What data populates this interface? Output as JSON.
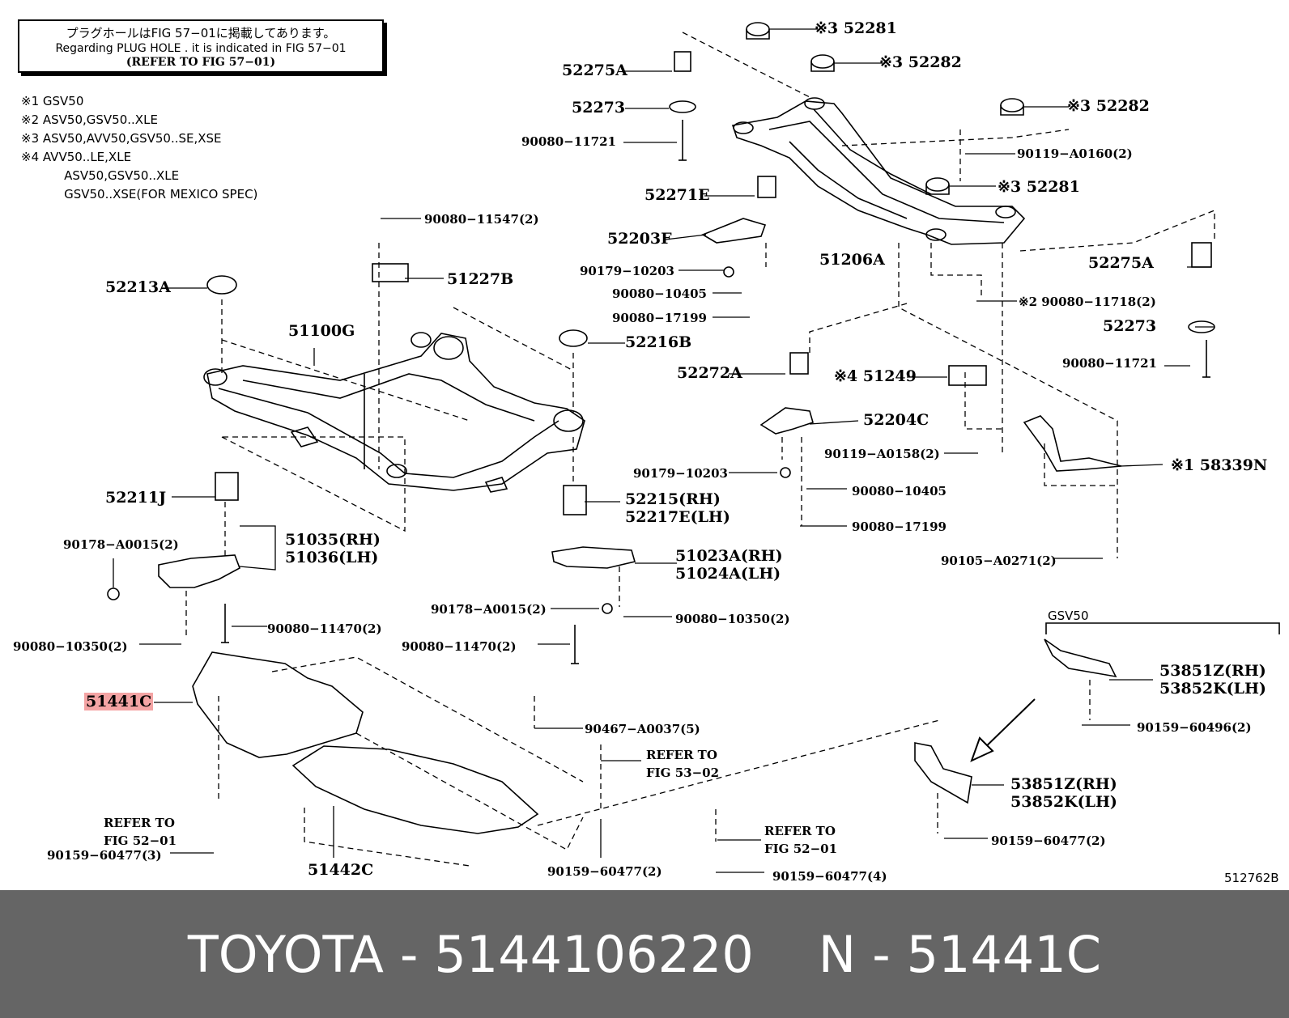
{
  "note": {
    "line1": "プラグホールはFIG 57−01に掲載してあります。",
    "line2": "Regarding PLUG HOLE . it is indicated in FIG 57−01",
    "line3": "(REFER TO FIG 57−01)"
  },
  "legend": [
    "※1 GSV50",
    "※2 ASV50,GSV50..XLE",
    "※3 ASV50,AVV50,GSV50..SE,XSE",
    "※4 AVV50..LE,XLE",
    "    ASV50,GSV50..XLE",
    "    GSV50..XSE(FOR MEXICO SPEC)"
  ],
  "labels": {
    "p52281_top": "※3 52281",
    "p52282_top": "※3 52282",
    "p52275A_l": "52275A",
    "p52273_l": "52273",
    "p90080_11721_l": "90080−11721",
    "p52282_r": "※3 52282",
    "p90119_A0160": "90119−A0160(2)",
    "p52281_r": "※3 52281",
    "p52271E": "52271E",
    "p90080_11547": "90080−11547(2)",
    "p52203F": "52203F",
    "p51227B": "51227B",
    "p51206A": "51206A",
    "p52275A_r": "52275A",
    "p90179_10203_a": "90179−10203",
    "p52213A": "52213A",
    "p90080_10405_a": "90080−10405",
    "p90080_11718": "※2 90080−11718(2)",
    "p90080_17199_a": "90080−17199",
    "p51100G": "51100G",
    "p52273_r": "52273",
    "p52216B": "52216B",
    "p90080_11721_r": "90080−11721",
    "p52272A": "52272A",
    "p51249": "※4 51249",
    "p52204C": "52204C",
    "p90119_A0158": "90119−A0158(2)",
    "p90179_10203_b": "90179−10203",
    "p58339N": "※1 58339N",
    "p52211J": "52211J",
    "p90080_10405_b": "90080−10405",
    "p52215": "52215(RH)",
    "p52217E": "52217E(LH)",
    "p90080_17199_b": "90080−17199",
    "p90178_A0015_a": "90178−A0015(2)",
    "p51035": "51035(RH)",
    "p51036": "51036(LH)",
    "p51023A": "51023A(RH)",
    "p51024A": "51024A(LH)",
    "p90105_A0271": "90105−A0271(2)",
    "p90178_A0015_b": "90178−A0015(2)",
    "p90080_10350_b": "90080−10350(2)",
    "p90080_11470_a": "90080−11470(2)",
    "p90080_10350_a": "90080−10350(2)",
    "p90080_11470_b": "90080−11470(2)",
    "gsv50": "GSV50",
    "p53851Z_a": "53851Z(RH)",
    "p53852K_a": "53852K(LH)",
    "p51441C": "51441C",
    "p90467_A0037": "90467−A0037(5)",
    "p90159_60496": "90159−60496(2)",
    "refer_53_02_a": "REFER TO",
    "refer_53_02_b": "FIG 53−02",
    "p53851Z_b": "53851Z(RH)",
    "p53852K_b": "53852K(LH)",
    "refer_52_01_l_a": "REFER TO",
    "refer_52_01_l_b": "FIG 52−01",
    "refer_52_01_r_a": "REFER TO",
    "refer_52_01_r_b": "FIG 52−01",
    "p90159_60477_r": "90159−60477(2)",
    "p90159_60477_l": "90159−60477(3)",
    "p51442C": "51442C",
    "p90159_60477_m": "90159−60477(2)",
    "p90159_60477_4": "90159−60477(4)",
    "fig_code": "512762B"
  },
  "footer": {
    "brand": "TOYOTA",
    "sep1": "-",
    "part_number": "5144106220",
    "n": "N",
    "sep2": "-",
    "ref": "51441C"
  },
  "colors": {
    "footer_bg": "#656565",
    "highlight": "#f4a4a4",
    "line": "#000000"
  }
}
